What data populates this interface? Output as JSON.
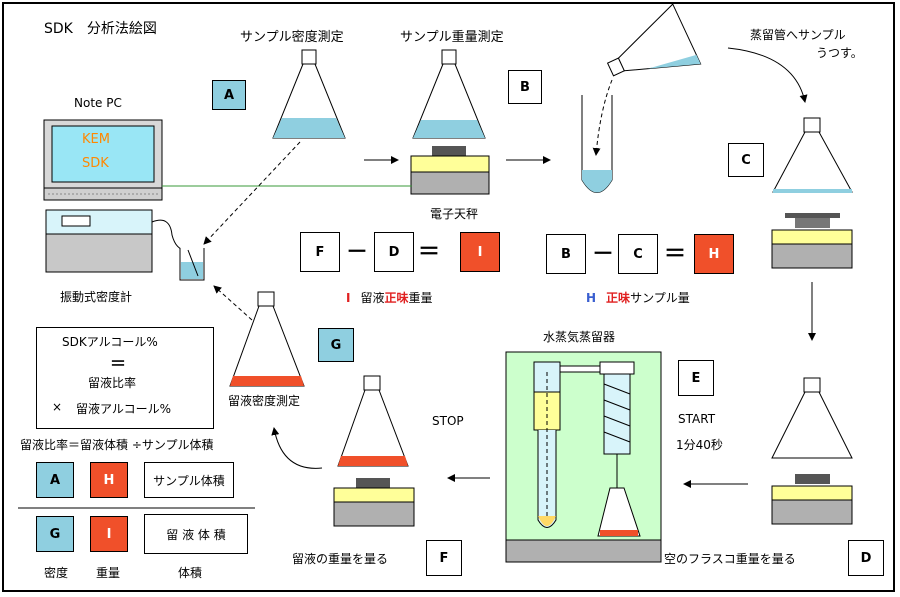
{
  "title": "SDK　分析法絵図",
  "steps": {
    "density_measure": "サンプル密度測定",
    "weight_measure": "サンプル重量測定",
    "transfer": "蒸留管へサンプル",
    "transfer2": "うつす。",
    "balance": "電子天秤",
    "vibration_meter": "振動式密度計",
    "distiller": "水蒸気蒸留器",
    "start": "START",
    "time": "1分40秒",
    "stop": "STOP",
    "empty_flask": "空のフラスコ重量を量る",
    "distillate_weight": "留液の重量を量る",
    "distillate_density": "留液密度測定"
  },
  "pc": {
    "label": "Note PC",
    "screen1": "KEM",
    "screen2": "SDK"
  },
  "labels": {
    "A": "A",
    "B": "B",
    "C": "C",
    "D": "D",
    "E": "E",
    "F": "F",
    "G": "G",
    "H": "H",
    "I": "I"
  },
  "equations": {
    "minus": "－",
    "equals": "＝",
    "i_prefix": "I",
    "i_a": "留液",
    "i_b": "正味",
    "i_c": "重量",
    "h_prefix": "H",
    "h_b": "正味",
    "h_c": "サンプル量"
  },
  "formula": {
    "line1": "SDKアルコール%",
    "eq": "＝",
    "line2": "留液比率",
    "times": "×",
    "line3": "留液アルコール%"
  },
  "ratio": "留液比率＝留液体積 ÷サンプル体積",
  "legend": {
    "sample_volume": "サンプル体積",
    "distillate_volume": "留 液 体 積",
    "density": "密度",
    "weight": "重量",
    "volume": "体積"
  },
  "colors": {
    "blue": "#8fcfe0",
    "red": "#f0502a",
    "yellow": "#ffff99",
    "green": "#ccffcc",
    "gray": "#b0b0b0"
  }
}
